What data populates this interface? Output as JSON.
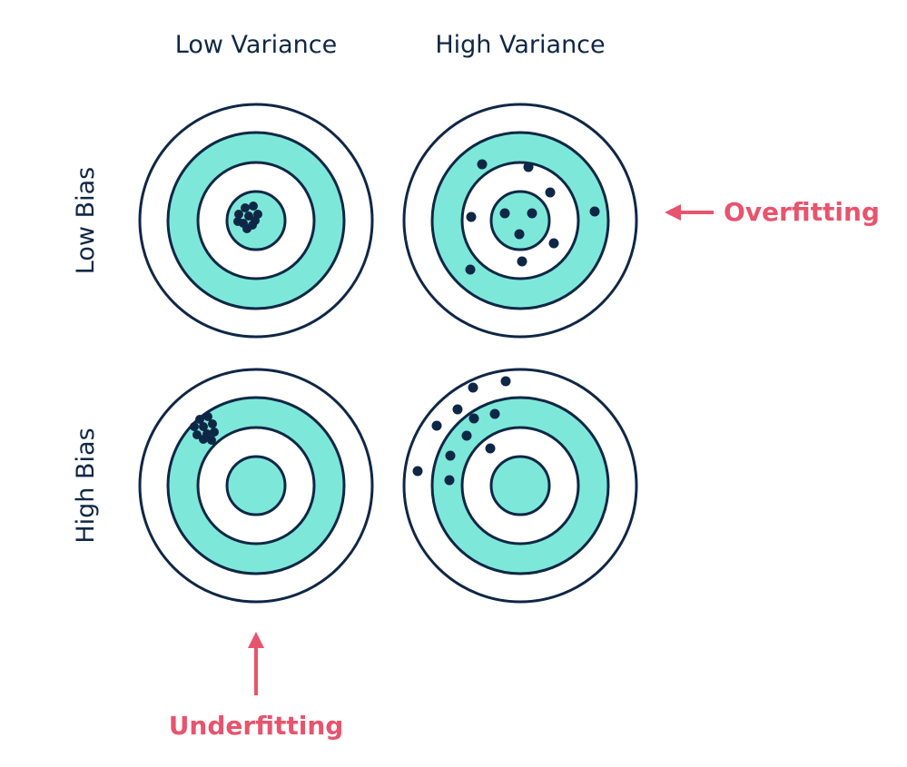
{
  "columns": [
    "Low Variance",
    "High Variance"
  ],
  "rows": [
    "Low Bias",
    "High Bias"
  ],
  "annotations": {
    "overfitting": "Overfitting",
    "underfitting": "Underfitting"
  },
  "colors": {
    "ring_fill": "#7de8d9",
    "outline": "#0f2746",
    "dot": "#0f2746",
    "label": "#0f2746",
    "annotation": "#e8546d"
  },
  "targets": [
    {
      "row": "Low Bias",
      "column": "Low Variance",
      "pattern": "tight cluster at center"
    },
    {
      "row": "Low Bias",
      "column": "High Variance",
      "pattern": "scattered around center"
    },
    {
      "row": "High Bias",
      "column": "Low Variance",
      "pattern": "tight cluster off center"
    },
    {
      "row": "High Bias",
      "column": "High Variance",
      "pattern": "scattered off center"
    }
  ]
}
